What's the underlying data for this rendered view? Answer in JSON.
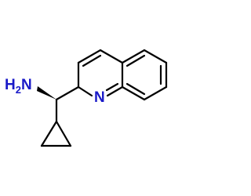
{
  "structure": {
    "amine_label": "H",
    "amine_subscript": "2",
    "amine_suffix": "N",
    "ring_nitrogen_label": "N",
    "colors": {
      "bond": "#000000",
      "nitrogen": "#1a1ac8",
      "background": "#ffffff"
    }
  }
}
